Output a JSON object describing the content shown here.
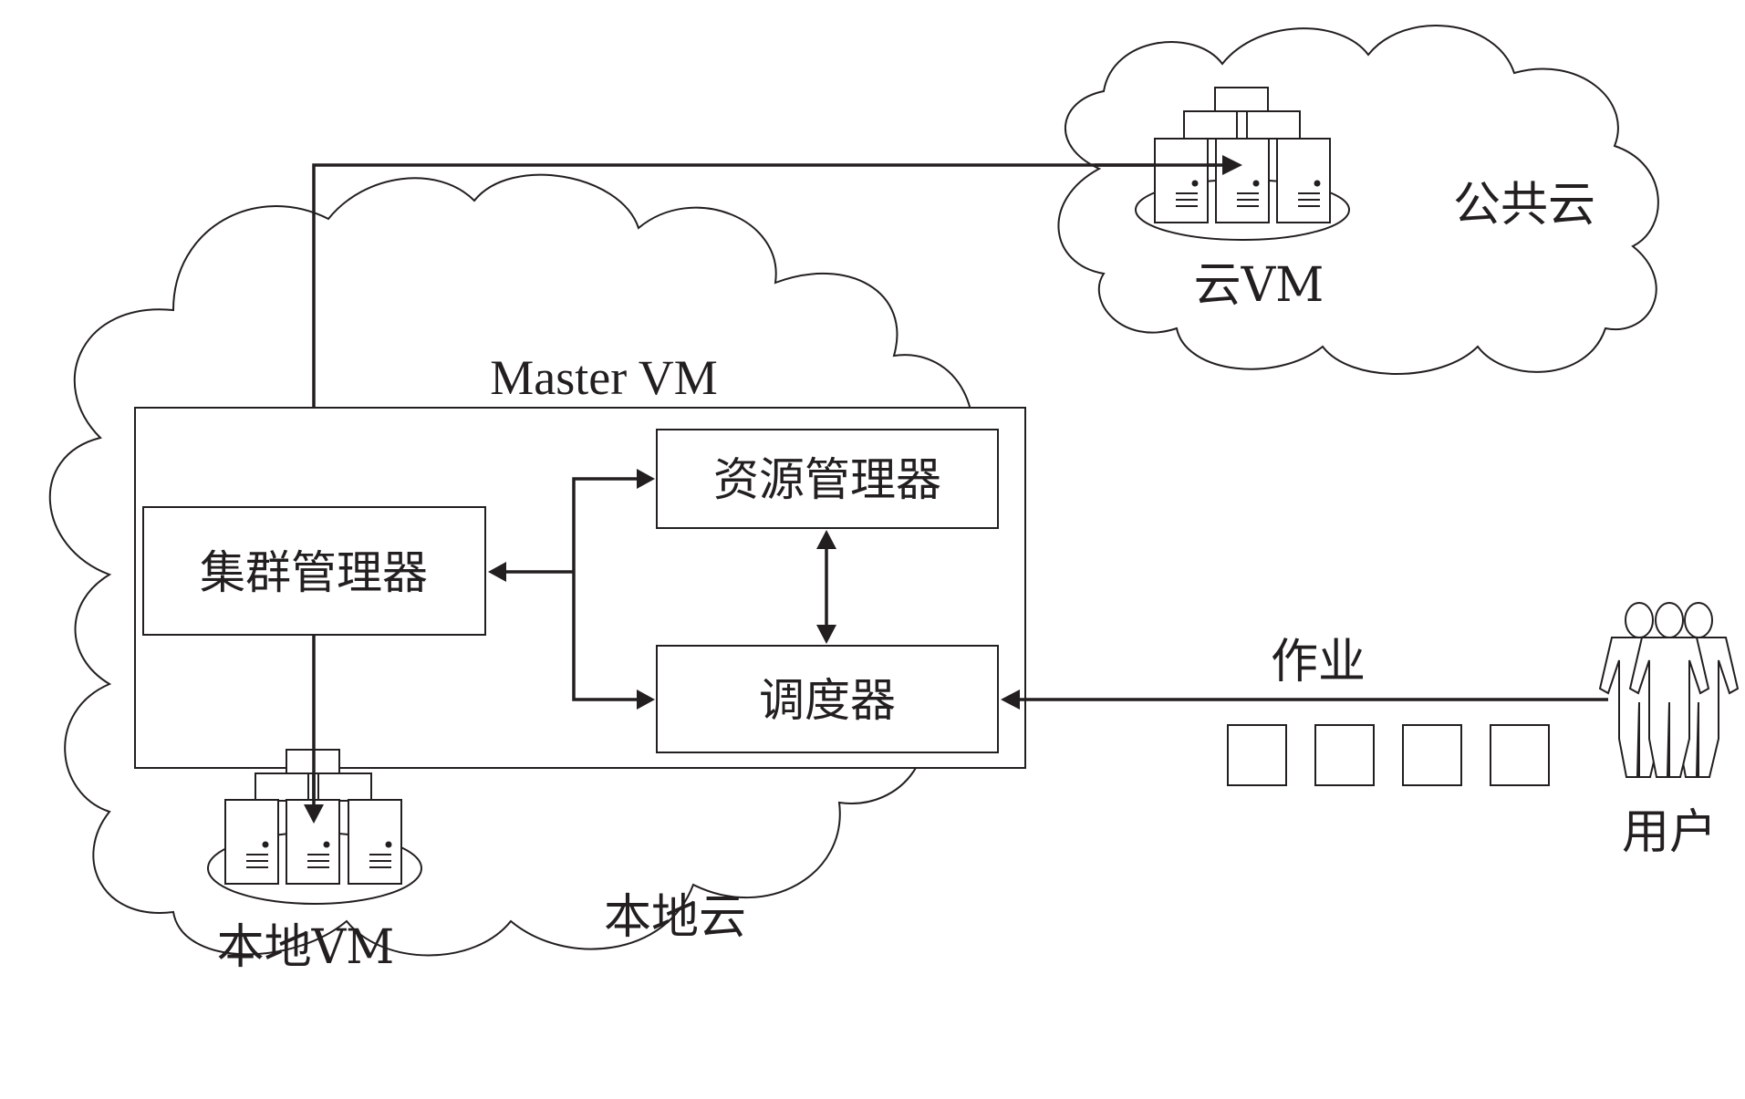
{
  "clouds": {
    "local": {
      "label": "本地云"
    },
    "public": {
      "label": "公共云"
    }
  },
  "master_vm": {
    "title": "Master VM",
    "components": {
      "cluster_manager": "集群管理器",
      "resource_manager": "资源管理器",
      "scheduler": "调度器"
    }
  },
  "vm_groups": {
    "local": {
      "label": "本地VM",
      "server_count": 3
    },
    "cloud": {
      "label": "云VM",
      "server_count": 3
    }
  },
  "jobs": {
    "label": "作业",
    "queue_count": 4
  },
  "users": {
    "label": "用户",
    "people_count": 3
  },
  "colors": {
    "line": "#231f20",
    "background": "#ffffff"
  }
}
